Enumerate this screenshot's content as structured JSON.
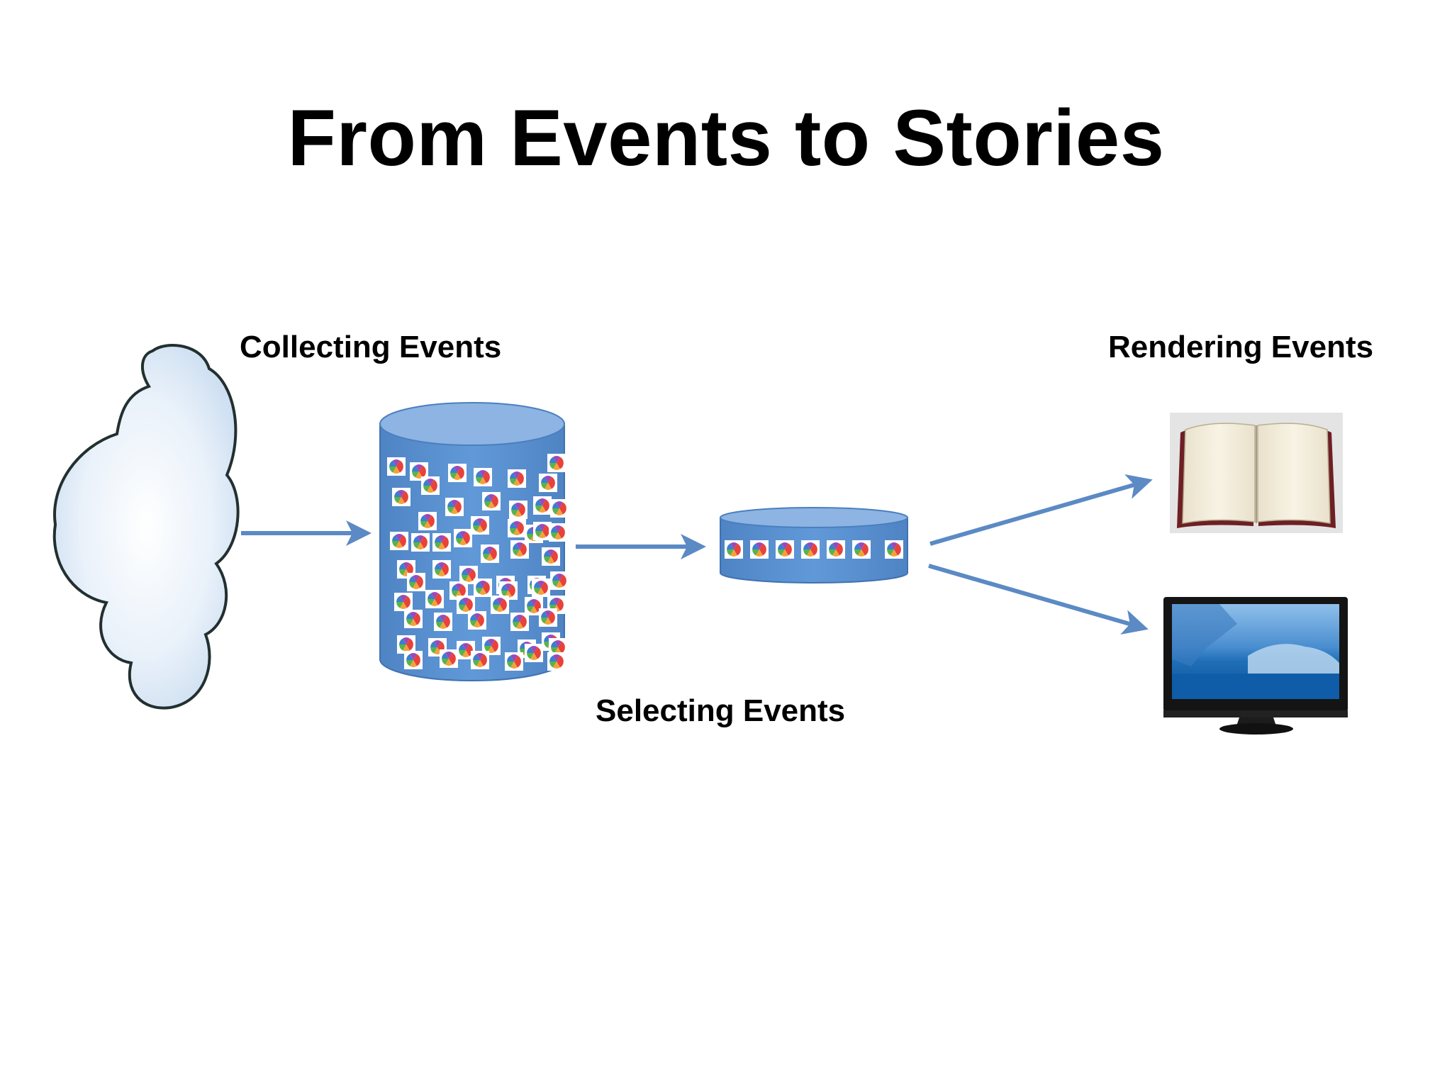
{
  "title": "From Events to Stories",
  "labels": {
    "collecting": "Collecting Events",
    "selecting": "Selecting Events",
    "rendering": "Rendering Events"
  },
  "icons": {
    "source": "cloud-icon",
    "store": "database-cylinder-icon",
    "selection": "database-disk-icon",
    "event": "event-tile-icon",
    "output_print": "open-book-icon",
    "output_screen": "tv-monitor-icon"
  },
  "colors": {
    "arrow": "#5b8ac4",
    "cylinder": "#5b8fd0",
    "cylinder_top": "#8db4e2",
    "cloud_fill": "#e6eff9",
    "cloud_stroke": "#2a3a3a"
  }
}
